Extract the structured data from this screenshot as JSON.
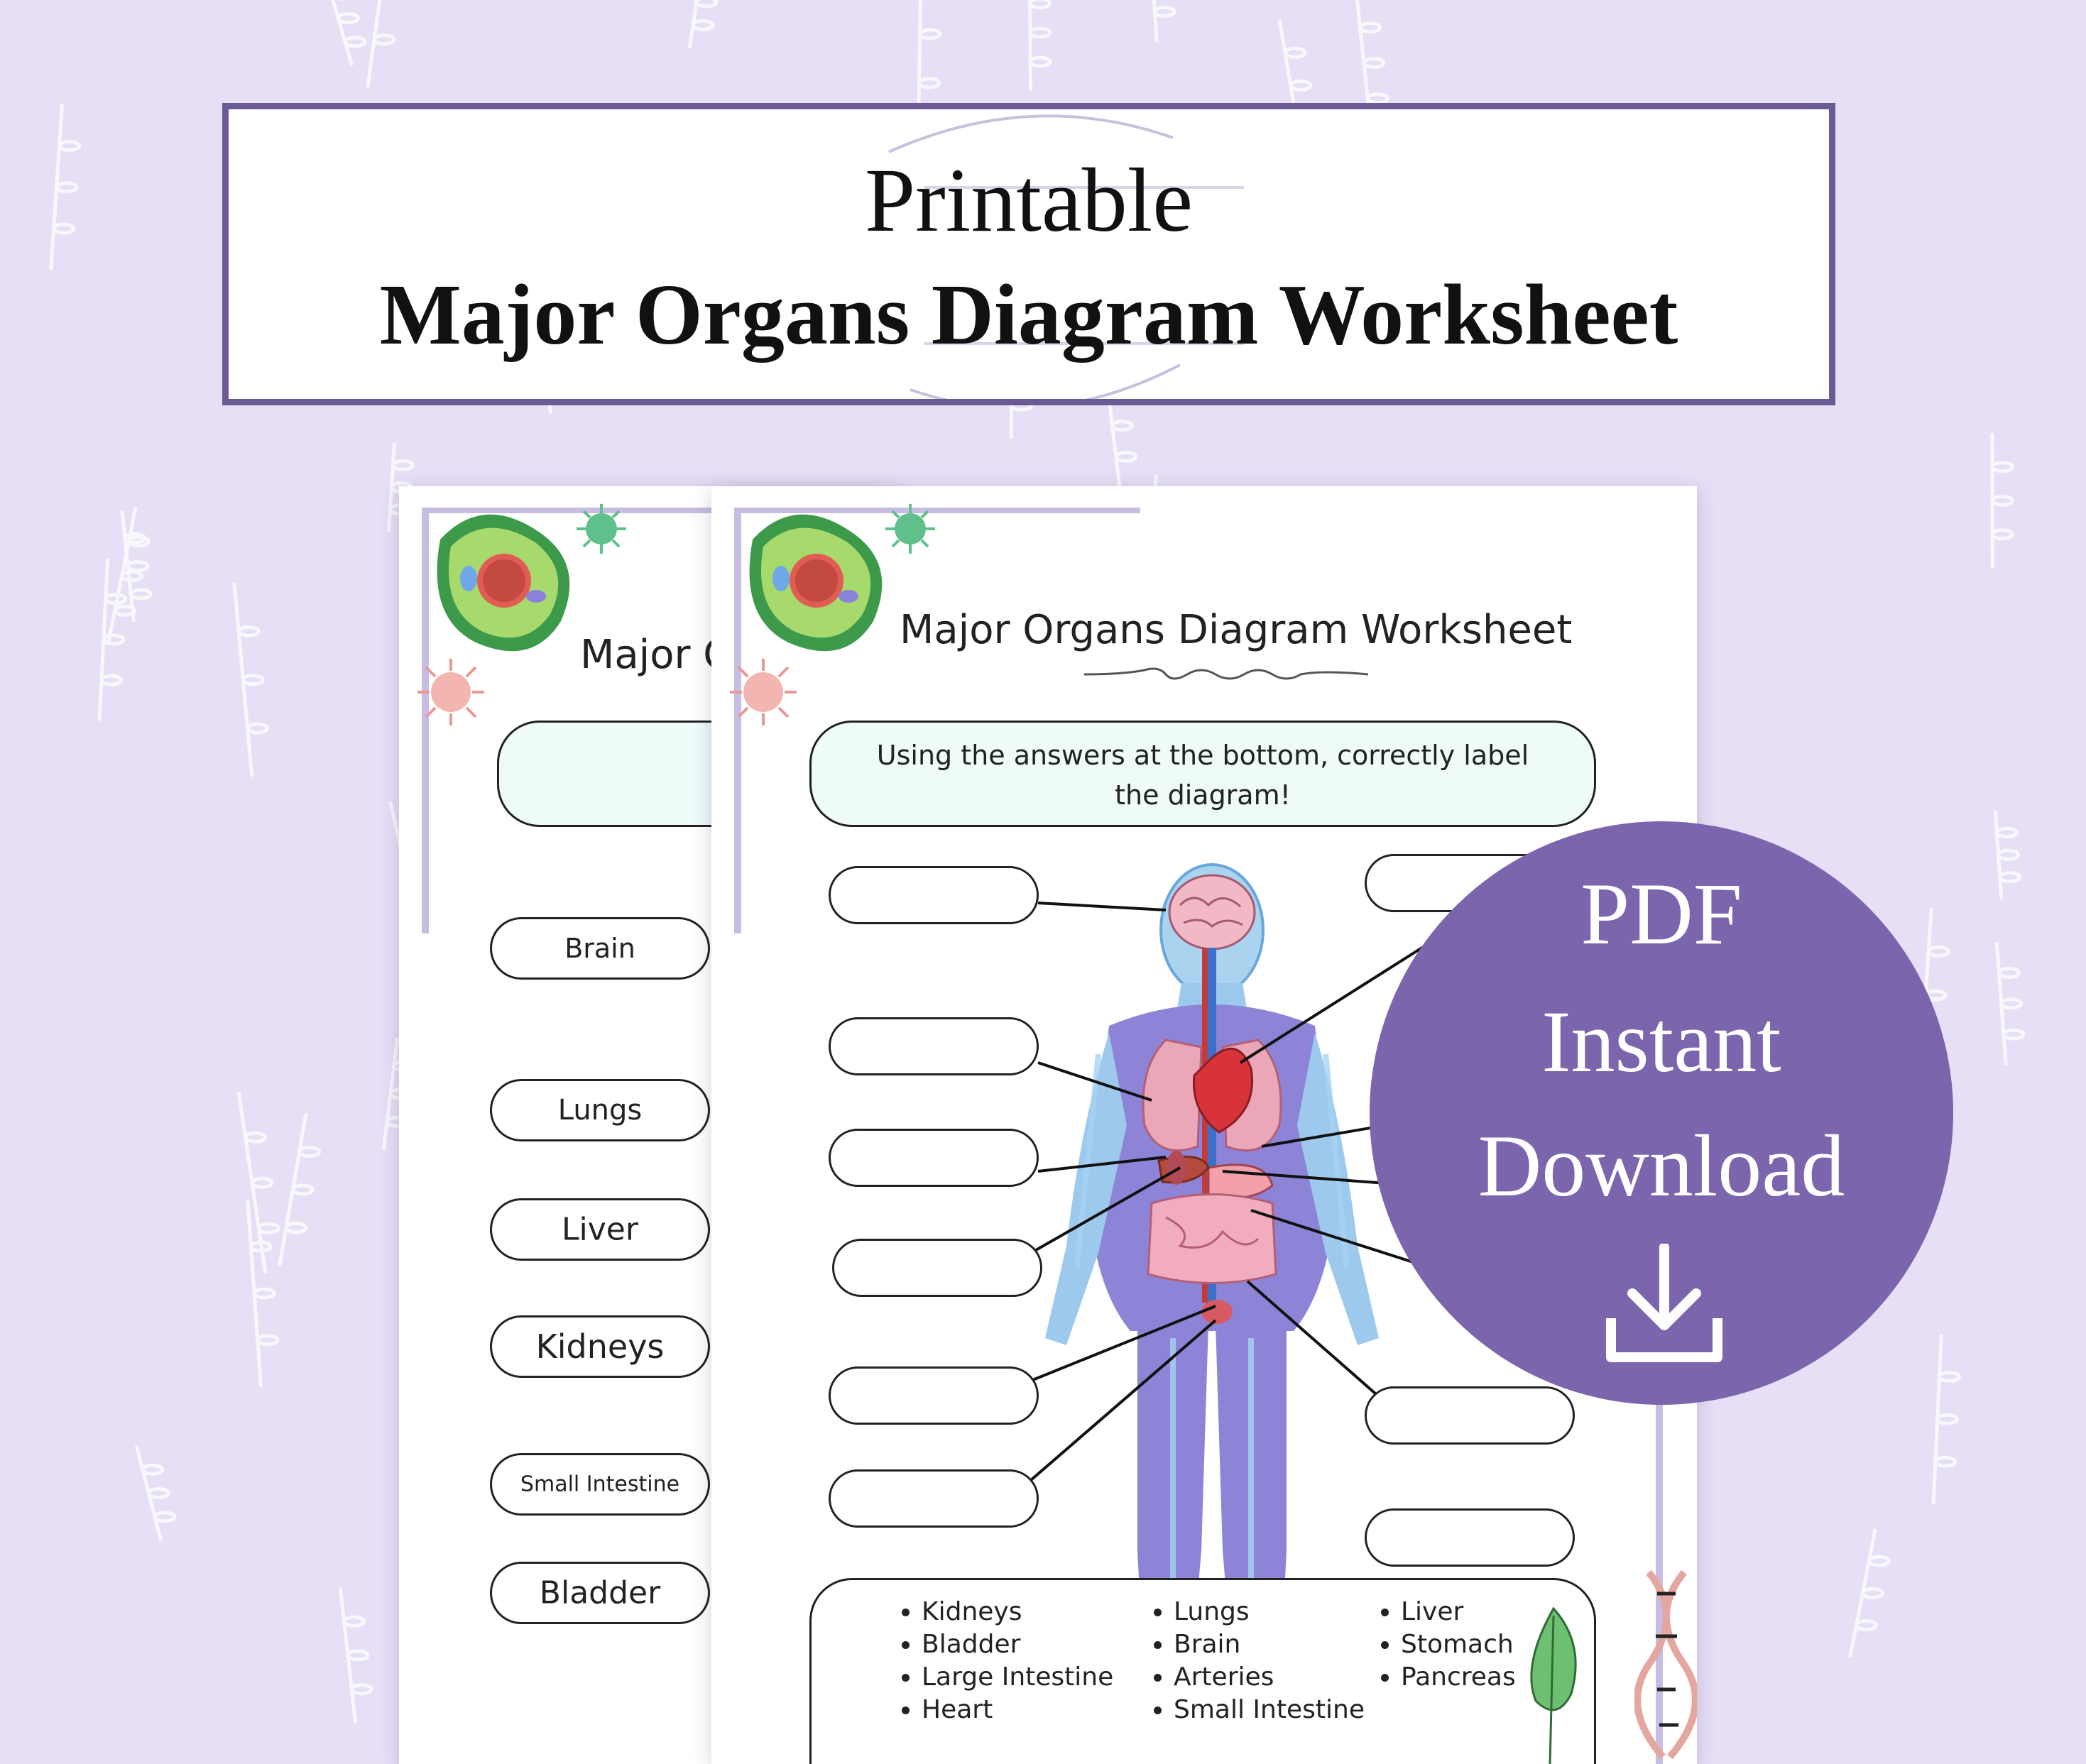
{
  "banner": {
    "line1": "Printable",
    "line2": "Major Organs Diagram Worksheet"
  },
  "back_sheet": {
    "title_partial": "Major O",
    "labels": [
      "Brain",
      "Lungs",
      "Liver",
      "Kidneys",
      "Small Intestine",
      "Bladder"
    ]
  },
  "worksheet": {
    "title": "Major Organs Diagram Worksheet",
    "instruction": "Using the answers at the bottom, correctly label the diagram!",
    "word_bank": {
      "col1": [
        "Kidneys",
        "Bladder",
        "Large Intestine",
        "Heart"
      ],
      "col2": [
        "Lungs",
        "Brain",
        "Arteries",
        "Small Intestine"
      ],
      "col3": [
        "Liver",
        "Stomach",
        "Pancreas"
      ]
    }
  },
  "badge": {
    "line1": "PDF",
    "line2": "Instant",
    "line3": "Download",
    "icon": "download-icon"
  },
  "colors": {
    "background": "#e6dff6",
    "banner_border": "#6c5a95",
    "badge": "#7b65ad",
    "instruction_fill": "#eefbf9"
  }
}
